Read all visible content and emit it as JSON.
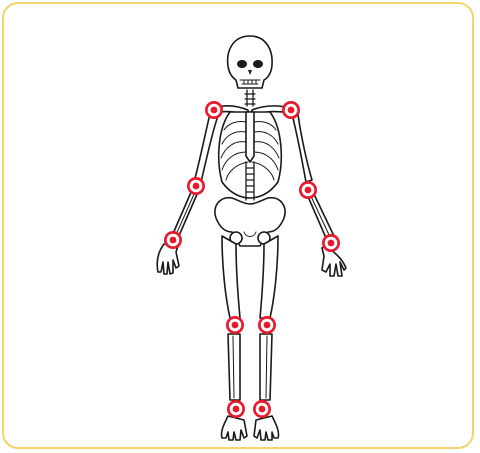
{
  "colors": {
    "frame_border": "#f3d46b",
    "joint_marker": "#e8192c",
    "joint_marker_center": "#ffffff",
    "bone_outline": "#1a1a1a"
  },
  "joints": [
    {
      "id": "left-shoulder"
    },
    {
      "id": "right-shoulder"
    },
    {
      "id": "left-elbow"
    },
    {
      "id": "right-elbow"
    },
    {
      "id": "left-wrist"
    },
    {
      "id": "right-wrist"
    },
    {
      "id": "left-knee"
    },
    {
      "id": "right-knee"
    },
    {
      "id": "left-ankle"
    },
    {
      "id": "right-ankle"
    }
  ]
}
